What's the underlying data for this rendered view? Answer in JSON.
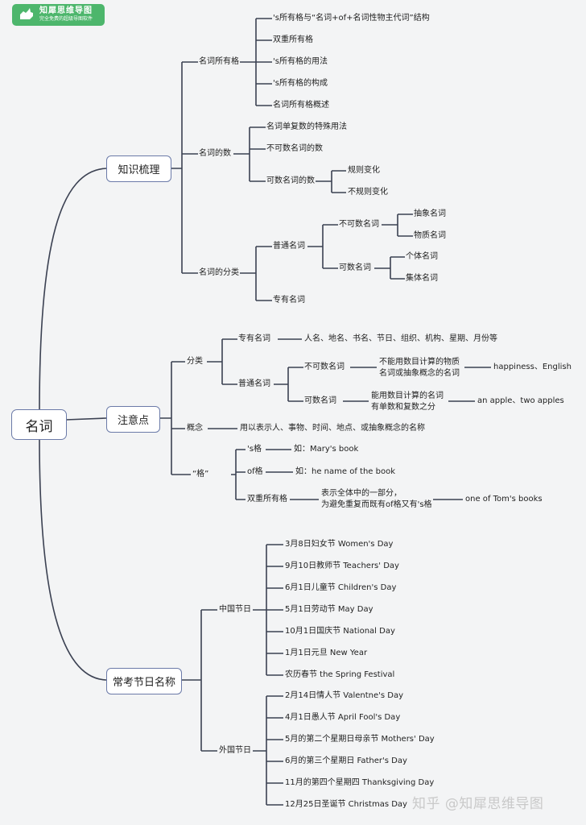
{
  "logo": {
    "title": "知犀思维导图",
    "subtitle": "完全免费的超级导图软件"
  },
  "root": "名词",
  "branch1": {
    "label": "知识梳理",
    "possessive": {
      "label": "名词所有格",
      "items": [
        "'s所有格与“名词+of+名词性物主代词”结构",
        "双重所有格",
        "'s所有格的用法",
        "'s所有格的构成",
        "名词所有格概述"
      ]
    },
    "number": {
      "label": "名词的数",
      "special": "名词单复数的特殊用法",
      "uncountable": "不可数名词的数",
      "countable": "可数名词的数",
      "regular": "规则变化",
      "irregular": "不规则变化"
    },
    "classify": {
      "label": "名词的分类",
      "common": "普通名词",
      "uncountable": "不可数名词",
      "abstract": "抽象名词",
      "material": "物质名词",
      "countable": "可数名词",
      "individual": "个体名词",
      "collective": "集体名词",
      "proper": "专有名词"
    }
  },
  "branch2": {
    "label": "注意点",
    "category": {
      "label": "分类",
      "proper": "专有名词",
      "proper_desc": "人名、地名、书名、节日、组织、机构、星期、月份等",
      "common": "普通名词",
      "uncountable": "不可数名词",
      "uncountable_desc1": "不能用数目计算的物质",
      "uncountable_desc2": "名词或抽象概念的名词",
      "uncountable_ex": "happiness、English",
      "countable": "可数名词",
      "countable_desc1": "能用数目计算的名词",
      "countable_desc2": "有单数和复数之分",
      "countable_ex": "an apple、two apples"
    },
    "concept": {
      "label": "概念",
      "desc": "用以表示人、事物、时间、地点、或抽象概念的名称"
    },
    "ge": {
      "label": "“格”",
      "s": "'s格",
      "s_ex": "如：Mary's book",
      "of": "of格",
      "of_ex": "如：he name of the book",
      "double": "双重所有格",
      "double_desc1": "表示全体中的一部分，",
      "double_desc2": "为避免重复而既有of格又有's格",
      "double_ex": "one of Tom's books"
    }
  },
  "branch3": {
    "label": "常考节日名称",
    "china": {
      "label": "中国节日",
      "items": [
        "3月8日妇女节 Women's Day",
        "9月10日教师节 Teachers' Day",
        "6月1日儿童节 Children's Day",
        "5月1日劳动节 May Day",
        "10月1日国庆节 National Day",
        "1月1日元旦 New Year",
        "农历春节 the Spring Festival"
      ]
    },
    "foreign": {
      "label": "外国节日",
      "items": [
        "2月14日情人节 Valentne's Day",
        "4月1日愚人节 April Fool's Day",
        "5月的第二个星期日母亲节 Mothers' Day",
        "6月的第三个星期日 Father's Day",
        "11月的第四个星期四 Thanksgiving Day",
        "12月25日圣诞节 Christmas Day"
      ]
    }
  },
  "watermark": "知乎 @知犀思维导图",
  "colors": {
    "line": "#3b4152",
    "box_border": "#6b7aa8",
    "logo": "#4db66c",
    "background": "#f3f4f5"
  }
}
